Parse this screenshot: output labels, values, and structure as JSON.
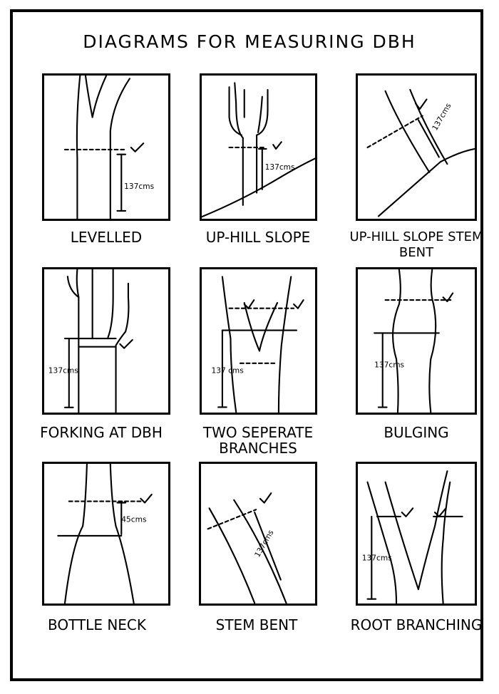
{
  "title": "DIAGRAMS FOR MEASURING DBH",
  "panels": [
    {
      "caption_l1": "LEVELLED",
      "caption_l2": "",
      "measure": "137cms"
    },
    {
      "caption_l1": "UP-HILL SLOPE",
      "caption_l2": "",
      "measure": "137cms"
    },
    {
      "caption_l1": "UP-HILL SLOPE STEM",
      "caption_l2": "BENT",
      "measure": "137cms"
    },
    {
      "caption_l1": "FORKING AT DBH",
      "caption_l2": "",
      "measure": "137cms"
    },
    {
      "caption_l1": "TWO SEPERATE",
      "caption_l2": "BRANCHES",
      "measure": "137 cms"
    },
    {
      "caption_l1": "BULGING",
      "caption_l2": "",
      "measure": "137cms"
    },
    {
      "caption_l1": "BOTTLE NECK",
      "caption_l2": "",
      "measure": "45cms"
    },
    {
      "caption_l1": "STEM BENT",
      "caption_l2": "",
      "measure": "137cms"
    },
    {
      "caption_l1": "ROOT BRANCHING",
      "caption_l2": "",
      "measure": "137cms"
    }
  ]
}
